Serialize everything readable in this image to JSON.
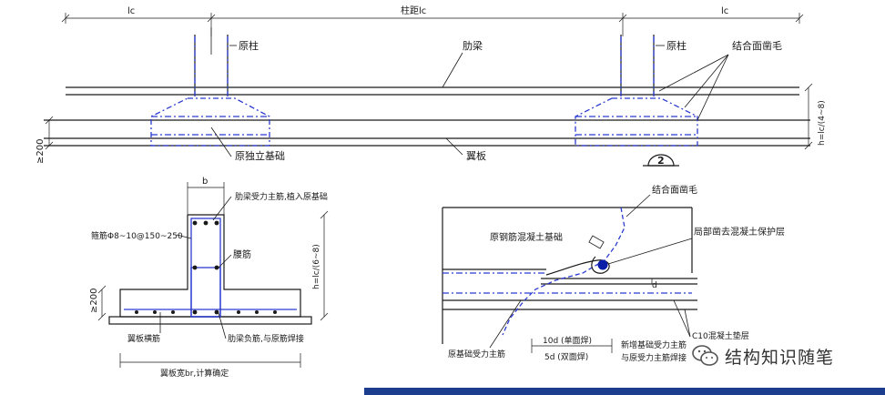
{
  "top": {
    "lc_left": "lc",
    "span_label": "柱距lc",
    "lc_right": "lc",
    "orig_column_left": "原柱",
    "orig_column_right": "原柱",
    "rib_beam": "肋梁",
    "joint_roughened": "结合面凿毛",
    "orig_footing": "原独立基础",
    "flange_plate": "翼板",
    "height_note": "h=lc/(4~8)",
    "min_200": "≥200",
    "section_mark": "2"
  },
  "section": {
    "b_label": "b",
    "top_bar_note": "肋梁受力主筋,植入原基础",
    "stirrup_note": "箍筋Φ8~10@150~250",
    "waist_bar": "腰筋",
    "height_note": "h=lc/(6~8)",
    "min_200": "≥200",
    "flange_trans_bar": "翼板横筋",
    "neg_bar_note": "肋梁负筋,与原筋焊接",
    "flange_width_note": "翼板宽br,计算确定"
  },
  "detail": {
    "joint_roughened": "结合面凿毛",
    "orig_rc_footing": "原钢筋混凝土基础",
    "cover_removed": "局部凿去混凝土保护层",
    "d_label": "d",
    "cushion": "C10混凝土垫层",
    "orig_main_bar": "原基础受力主筋",
    "weld_single": "10d (单面焊)",
    "weld_double": "5d (双面焊)",
    "new_bar_note_1": "新增基础受力主筋",
    "new_bar_note_2": "与原受力主筋焊接"
  },
  "watermark": {
    "text": "结构知识随笔",
    "icon": "wechat-icon"
  }
}
